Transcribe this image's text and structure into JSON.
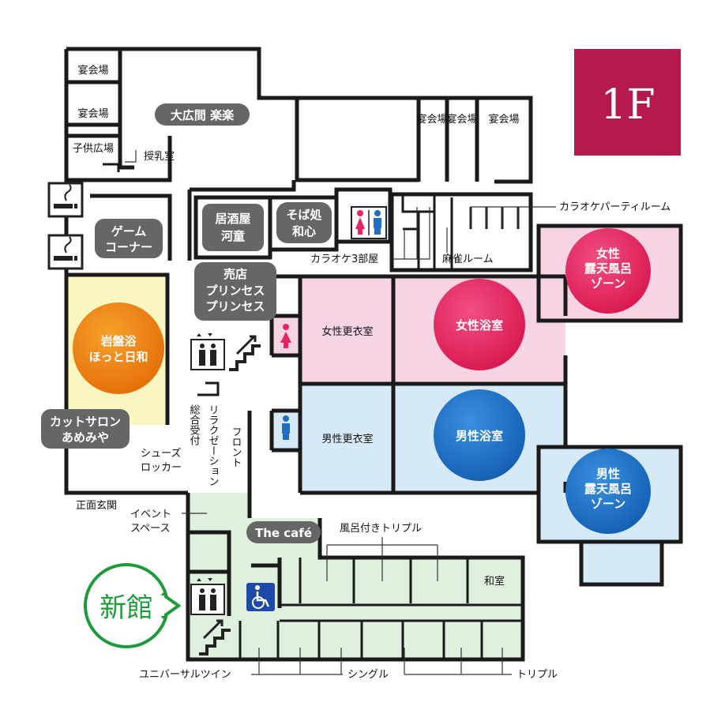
{
  "floor": "1F",
  "annex": "新館",
  "colors": {
    "floor_badge": "#b41a50",
    "women_zone": "#f6d4e3",
    "men_zone": "#d6e9f7",
    "annex_zone": "#dff0df",
    "bedrock_zone": "#fbf6c0",
    "women_circle": "#e8245e",
    "men_circle": "#1e6fc4",
    "bedrock_circle": "#f08010",
    "pill": "#666666",
    "annex_green": "#1f9a3a"
  },
  "rooms": {
    "banquet_1": "宴会場",
    "banquet_2": "宴会場",
    "banquet_3": "宴会場",
    "banquet_4": "宴会場",
    "banquet_5": "宴会場",
    "kids_plaza": "子供広場",
    "nursing_room": "授乳室",
    "women_changing": "女性更衣室",
    "men_changing": "男性更衣室",
    "japanese_room": "和室",
    "shoe_locker": [
      "シューズ",
      "ロッカー"
    ],
    "main_entrance": "正面玄関",
    "event_space": [
      "イベント",
      "スペース"
    ],
    "karaoke_party": "カラオケパーティルーム",
    "karaoke_3": "カラオケ3部屋",
    "mahjong": "麻雀ルーム",
    "front": "フロント",
    "reception": "総合受付",
    "relaxation": "リラクゼーション",
    "bath_triple": "風呂付きトリプル",
    "universal_twin": "ユニバーサルツイン",
    "single": "シングル",
    "triple": "トリプル"
  },
  "pills": {
    "hall": "大広間 楽楽",
    "game": [
      "ゲーム",
      "コーナー"
    ],
    "izakaya": [
      "居酒屋",
      "河童"
    ],
    "soba": [
      "そば処",
      "和心"
    ],
    "shop_label": "売店",
    "shop": [
      "プリンセス",
      "プリンセス"
    ],
    "salon": [
      "カットサロン",
      "あめみや"
    ],
    "cafe": "The café"
  },
  "circles": {
    "bedrock": [
      "岩盤浴",
      "ほっと日和"
    ],
    "women_bath": "女性浴室",
    "men_bath": "男性浴室",
    "women_outdoor": [
      "女性",
      "露天風呂",
      "ゾーン"
    ],
    "men_outdoor": [
      "男性",
      "露天風呂",
      "ゾーン"
    ]
  },
  "icons": [
    "smoking-area-icon",
    "restroom-women-icon",
    "restroom-men-icon",
    "restroom-icon",
    "elevator-icon",
    "stairs-icon",
    "wheelchair-icon"
  ]
}
